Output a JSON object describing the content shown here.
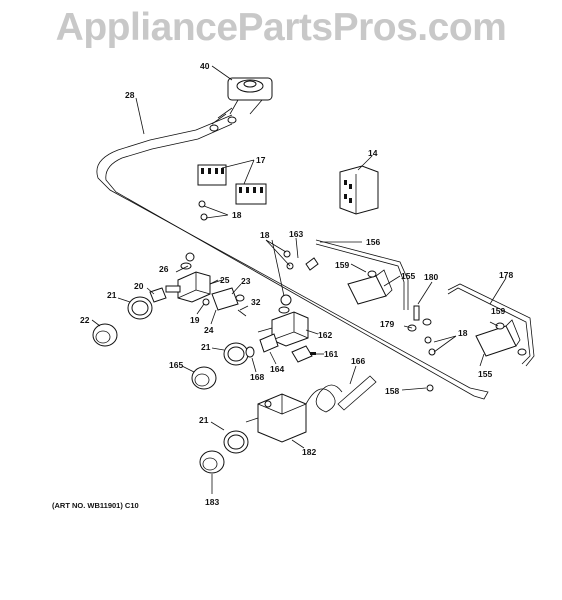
{
  "watermark": "AppliancePartsPros.com",
  "art_number": "(ART NO. WB11901) C10",
  "callouts": {
    "c40": "40",
    "c28": "28",
    "c17": "17",
    "c14": "14",
    "c18a": "18",
    "c163": "163",
    "c18b": "18",
    "c156": "156",
    "c159a": "159",
    "c155a": "155",
    "c180": "180",
    "c178": "178",
    "c26": "26",
    "c25": "25",
    "c23": "23",
    "c20": "20",
    "c21a": "21",
    "c19": "19",
    "c24": "24",
    "c32": "32",
    "c22": "22",
    "c162": "162",
    "c179": "179",
    "c18c": "18",
    "c159b": "159",
    "c21b": "21",
    "c161": "161",
    "c166": "166",
    "c165": "165",
    "c168": "168",
    "c164": "164",
    "c155b": "155",
    "c158": "158",
    "c21c": "21",
    "c182": "182",
    "c183": "183"
  }
}
